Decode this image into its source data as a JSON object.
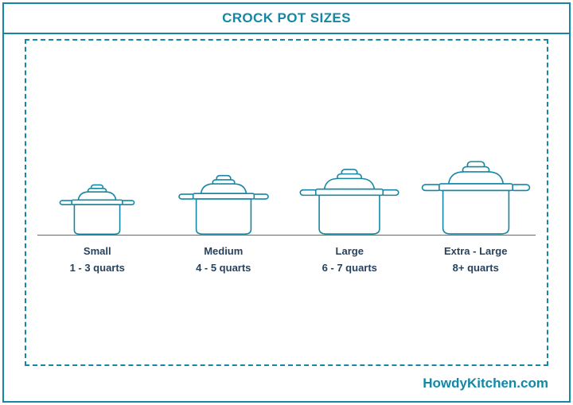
{
  "title": "CROCK POT SIZES",
  "footer": {
    "text": "HowdyKitchen.com"
  },
  "colors": {
    "accent": "#1587A5",
    "label_text": "#27425E"
  },
  "pots": [
    {
      "name": "Small",
      "capacity": "1 - 3 quarts"
    },
    {
      "name": "Medium",
      "capacity": "4 - 5 quarts"
    },
    {
      "name": "Large",
      "capacity": "6 - 7 quarts"
    },
    {
      "name": "Extra - Large",
      "capacity": "8+ quarts"
    }
  ]
}
